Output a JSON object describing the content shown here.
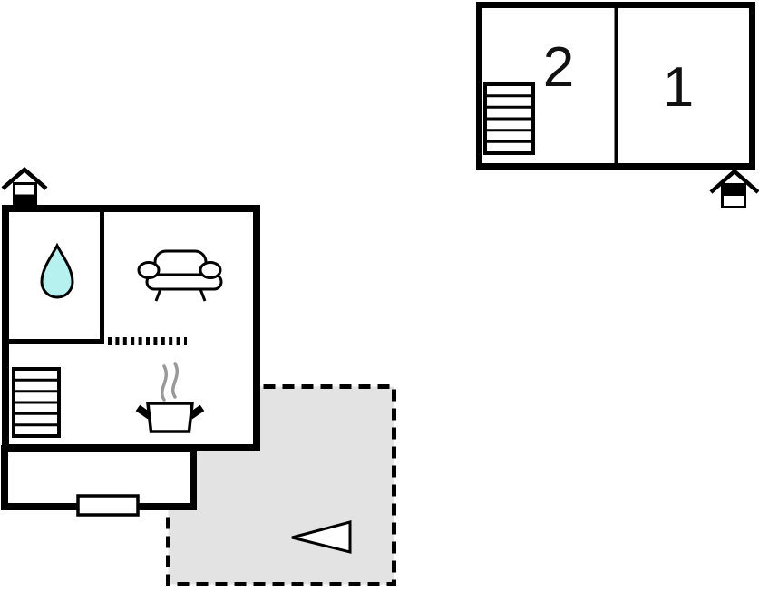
{
  "plan": {
    "type": "floor-plan",
    "upper_unit": {
      "rooms": [
        {
          "label": "2",
          "icon": "staircase-icon"
        },
        {
          "label": "1"
        }
      ],
      "entrance_marker": "house-entrance-icon"
    },
    "ground_unit": {
      "entrance_marker": "house-entrance-icon",
      "icons": [
        "water-drop-icon",
        "sofa-icon",
        "staircase-icon",
        "cooking-pot-icon",
        "steam-icon",
        "door-window-symbol",
        "dotted-partition"
      ]
    },
    "terrace": {
      "icon": "direction-arrow-icon"
    },
    "colors": {
      "wall": "#000000",
      "background": "#ffffff",
      "water_drop": "#b7f1ef",
      "terrace_fill": "#e3e3e3",
      "steam": "#999999"
    }
  }
}
